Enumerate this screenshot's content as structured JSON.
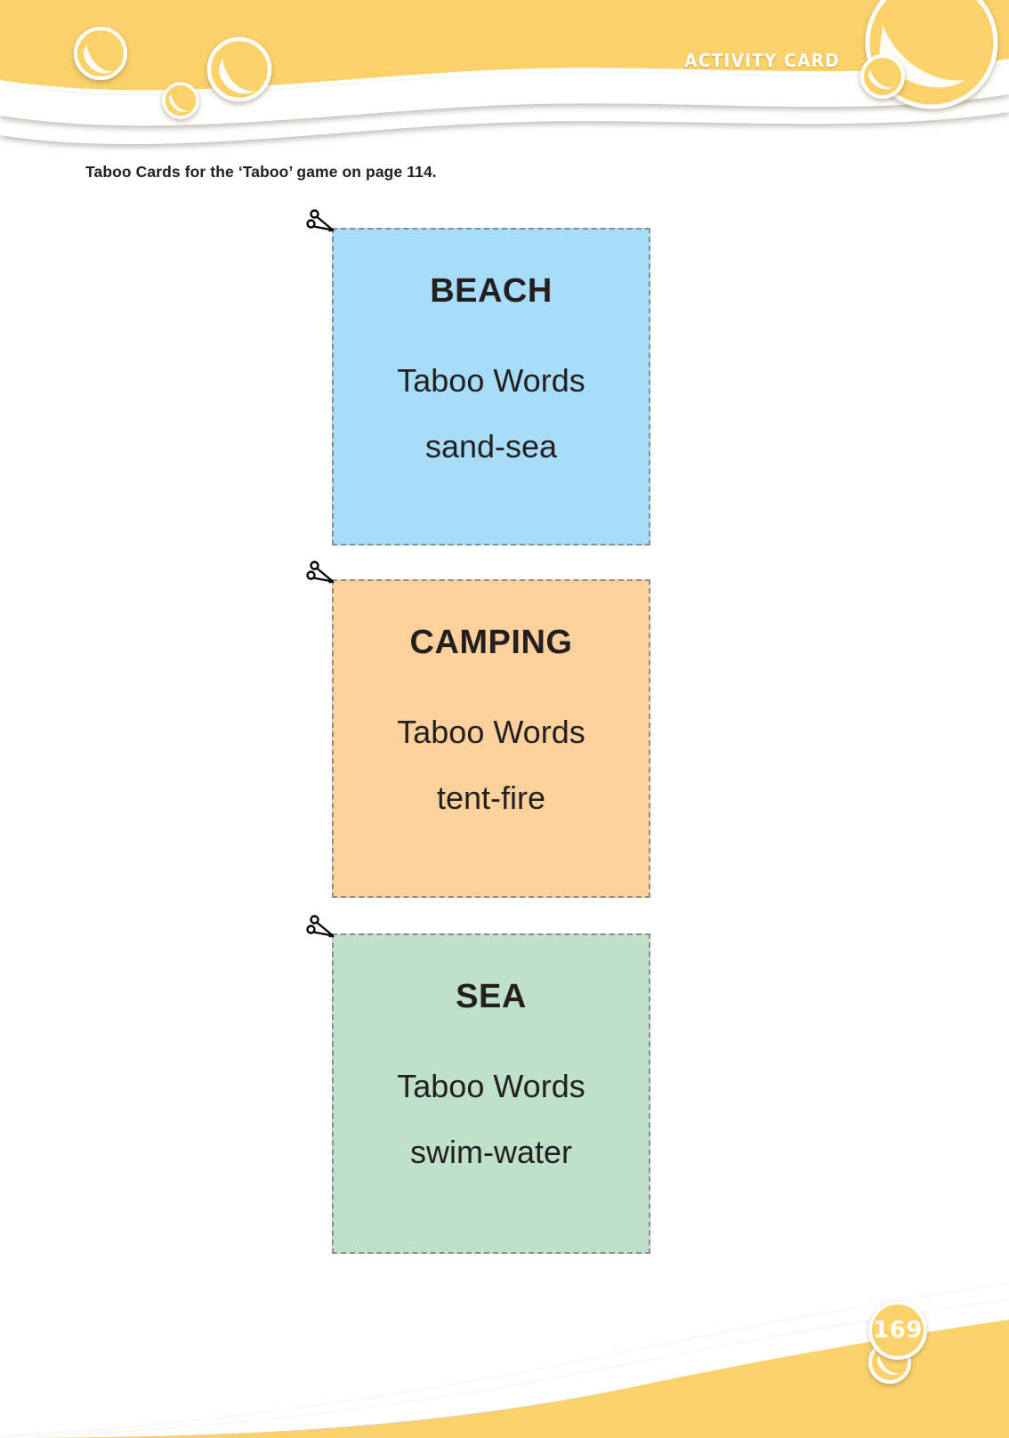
{
  "header": {
    "label": "ACTIVITY CARD",
    "band_color": "#fbd16a"
  },
  "instruction": "Taboo Cards for the ‘Taboo’ game on page 114.",
  "cards": [
    {
      "title": "BEACH",
      "subtitle": "Taboo Words",
      "words": "sand-sea",
      "color": "#a8ddfa",
      "cut_icon": "scissors-icon"
    },
    {
      "title": "CAMPING",
      "subtitle": "Taboo Words",
      "words": "tent-fire",
      "color": "#fcd19b",
      "cut_icon": "scissors-icon"
    },
    {
      "title": "SEA",
      "subtitle": "Taboo Words",
      "words": "swim-water",
      "color": "#bfe1c9",
      "cut_icon": "scissors-icon"
    }
  ],
  "footer": {
    "page_number": "169"
  }
}
